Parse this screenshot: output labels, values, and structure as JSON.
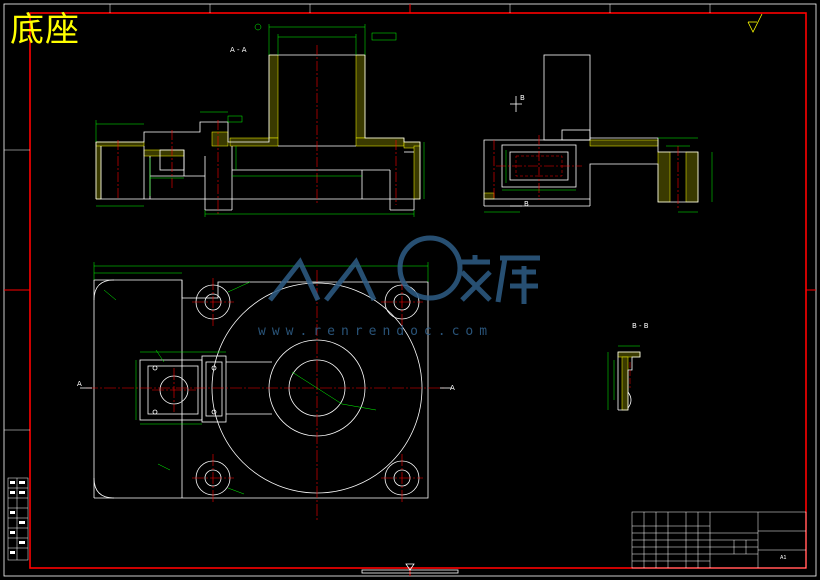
{
  "drawing": {
    "title": "底座",
    "section_aa_label": "A - A",
    "section_bb_label": "B - B",
    "section_mark_a": "A",
    "section_mark_b": "B",
    "scale": "A1",
    "colors": {
      "border": "#ff0000",
      "outline": "#ffffff",
      "dimension": "#00ff00",
      "center_line": "#ff0000",
      "hatch": "#ffff00",
      "title": "#ffff00",
      "watermark": "#2e5d86"
    }
  },
  "watermark": {
    "text": "www.renrendoc.com",
    "logo_text": "人人文库"
  }
}
